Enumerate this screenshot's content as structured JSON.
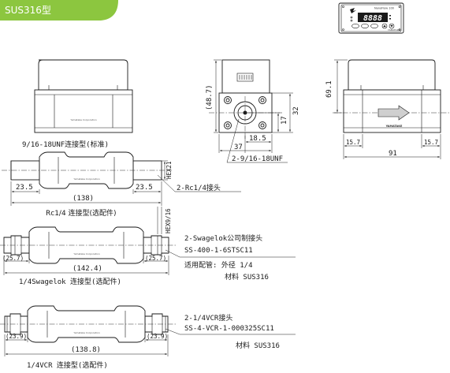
{
  "header": {
    "badge_label": "SUS316型",
    "badge_color": "#8cc63f"
  },
  "top_left_view": {
    "caption": "9/16-18UNF连接型(标准)",
    "maker": "Yamatake Corporation"
  },
  "end_view": {
    "dim_height": "(48.7)",
    "dim_right_17": "17",
    "dim_right_32": "32",
    "dim_18_5": "18.5",
    "dim_37": "37",
    "thread_note": "2-9/16-18UNF"
  },
  "right_view": {
    "display_title": "NanoFlow 100",
    "digits": "8888",
    "panel_maker": "YAMATAKE",
    "dim_69_1": "69.1",
    "dim_15_7_left": "15.7",
    "dim_15_7_right": "15.7",
    "dim_91": "91",
    "side_logo": "YAMATAKE"
  },
  "rc14": {
    "caption": "Rc1/4 连接型(选配件)",
    "dim_left": "23.5",
    "dim_right": "23.5",
    "dim_total": "(138)",
    "hex": "HEX21",
    "note": "2-Rc1/4接头",
    "maker": "Yamatake Corporation"
  },
  "swagelok": {
    "caption": "1/4Swagelok 连接型(选配件)",
    "dim_left": "(25.7)",
    "dim_right": "(25.7)",
    "dim_total": "(142.4)",
    "hex": "HEX9/16",
    "note_line1": "2-Swagelok公司制接头",
    "note_line2": "SS-400-1-6STSC11",
    "note_line3": "适用配管: 外径 1/4",
    "note_line4": "材料 SUS316",
    "maker": "Yamatake Corporation"
  },
  "vcr": {
    "caption": "1/4VCR 连接型(选配件)",
    "dim_left": "(23.9)",
    "dim_right": "(23.9)",
    "dim_total": "(138.8)",
    "note_line1": "2-1/4VCR接头",
    "note_line2": "SS-4-VCR-1-000325SC11",
    "note_line3": "材料 SUS316",
    "maker": "Yamatake Corporation"
  }
}
